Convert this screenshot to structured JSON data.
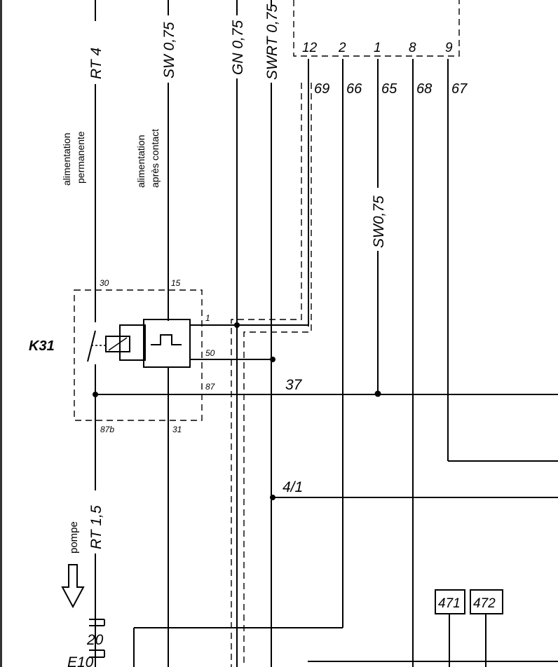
{
  "labels": {
    "rt4": "RT 4",
    "sw075_top": "SW 0,75",
    "gn075": "GN 0,75",
    "swrt075": "SWRT 0,75",
    "sw075_mid": "SW0,75",
    "rt15": "RT 1,5",
    "connector_top": [
      "12",
      "2",
      "1",
      "8",
      "9"
    ],
    "connector_bottom": [
      "69",
      "66",
      "65",
      "68",
      "67"
    ],
    "relay_name": "K31",
    "pin_30": "30",
    "pin_15": "15",
    "pin_1": "1",
    "pin_50": "50",
    "pin_87": "87",
    "pin_87b": "87b",
    "pin_31": "31",
    "wire_37": "37",
    "wire_41": "4/1",
    "box_471": "471",
    "box_472": "472",
    "num_20": "20",
    "e10": "E10"
  },
  "notes": {
    "alim_perm_1": "alimentation",
    "alim_perm_2": "permanente",
    "alim_contact_1": "alimentation",
    "alim_contact_2": "après contact",
    "pompe": "pompe"
  }
}
